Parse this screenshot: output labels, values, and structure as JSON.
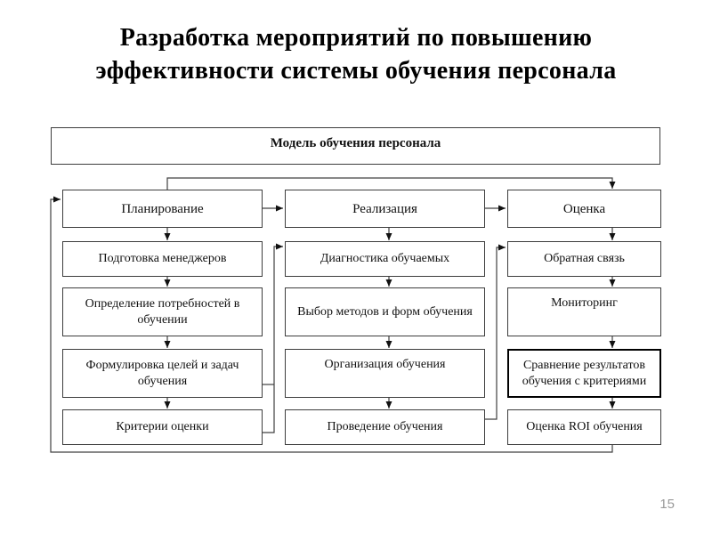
{
  "slide": {
    "title_lines": [
      "Разработка мероприятий по повышению",
      "эффективности системы обучения персонала"
    ],
    "page_number": "15"
  },
  "diagram": {
    "root_label": "Модель обучения персонала",
    "columns": [
      {
        "header": "Планирование",
        "items": [
          "Подготовка менеджеров",
          "Определение потребностей в обучении",
          "Формулировка целей и задач обучения",
          "Критерии оценки"
        ]
      },
      {
        "header": "Реализация",
        "items": [
          "Диагностика обучаемых",
          "Выбор методов и форм обучения",
          "Организация обучения",
          "Проведение обучения"
        ]
      },
      {
        "header": "Оценка",
        "items": [
          "Обратная связь",
          "Мониторинг",
          "Сравнение результатов обучения с критериями",
          "Оценка ROI обучения"
        ]
      }
    ],
    "colors": {
      "line": "#404040",
      "box_border": "#3d3d3d",
      "emphasis_border": "#000000",
      "arrowhead": "#111111",
      "text": "#111111",
      "page_number": "#9a9a9a",
      "background": "#ffffff"
    }
  }
}
